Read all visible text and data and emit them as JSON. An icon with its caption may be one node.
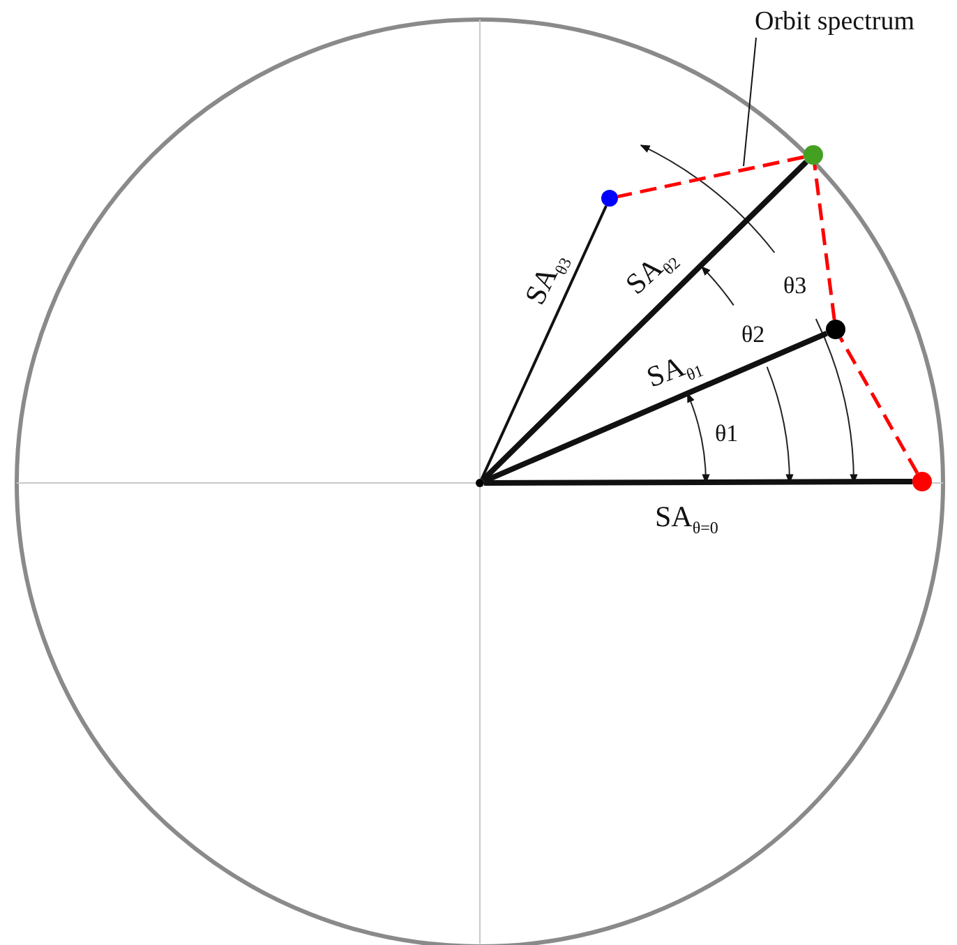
{
  "diagram": {
    "nodes": [
      {
        "text": [],
        "shape": "circle"
      },
      {
        "text": [],
        "shape": "circle"
      },
      {
        "text": [],
        "shape": "circle"
      },
      {
        "text": [],
        "shape": "circle"
      },
      {
        "text": [],
        "shape": "circle"
      },
      {
        "text": [
          "Orbit spectrum"
        ]
      }
    ],
    "edges": [
      {
        "from": 0,
        "to": 1,
        "arrow": "none",
        "label": "SA$_{θ=0}$"
      },
      {
        "from": 0,
        "to": 2,
        "arrow": "none",
        "label": "SA$_{θ1}$"
      },
      {
        "from": 0,
        "to": 3,
        "arrow": "none",
        "label": "SA$_{θ2}$"
      },
      {
        "from": 0,
        "to": 4,
        "arrow": "none",
        "label": "SA$_{θ3}$"
      },
      {
        "from": 1,
        "to": 2,
        "arrow": "none",
        "style": "dashed",
        "color": "#ff0000"
      },
      {
        "from": 2,
        "to": 3,
        "arrow": "none",
        "style": "dashed",
        "color": "#ff0000"
      },
      {
        "from": 3,
        "to": 4,
        "arrow": "none",
        "style": "dashed",
        "color": "#ff0000"
      },
      {
        "from": 5,
        "to": null,
        "arrow": "none"
      }
    ],
    "labels": [
      "θ1",
      "θ2",
      "θ3"
    ]
  }
}
